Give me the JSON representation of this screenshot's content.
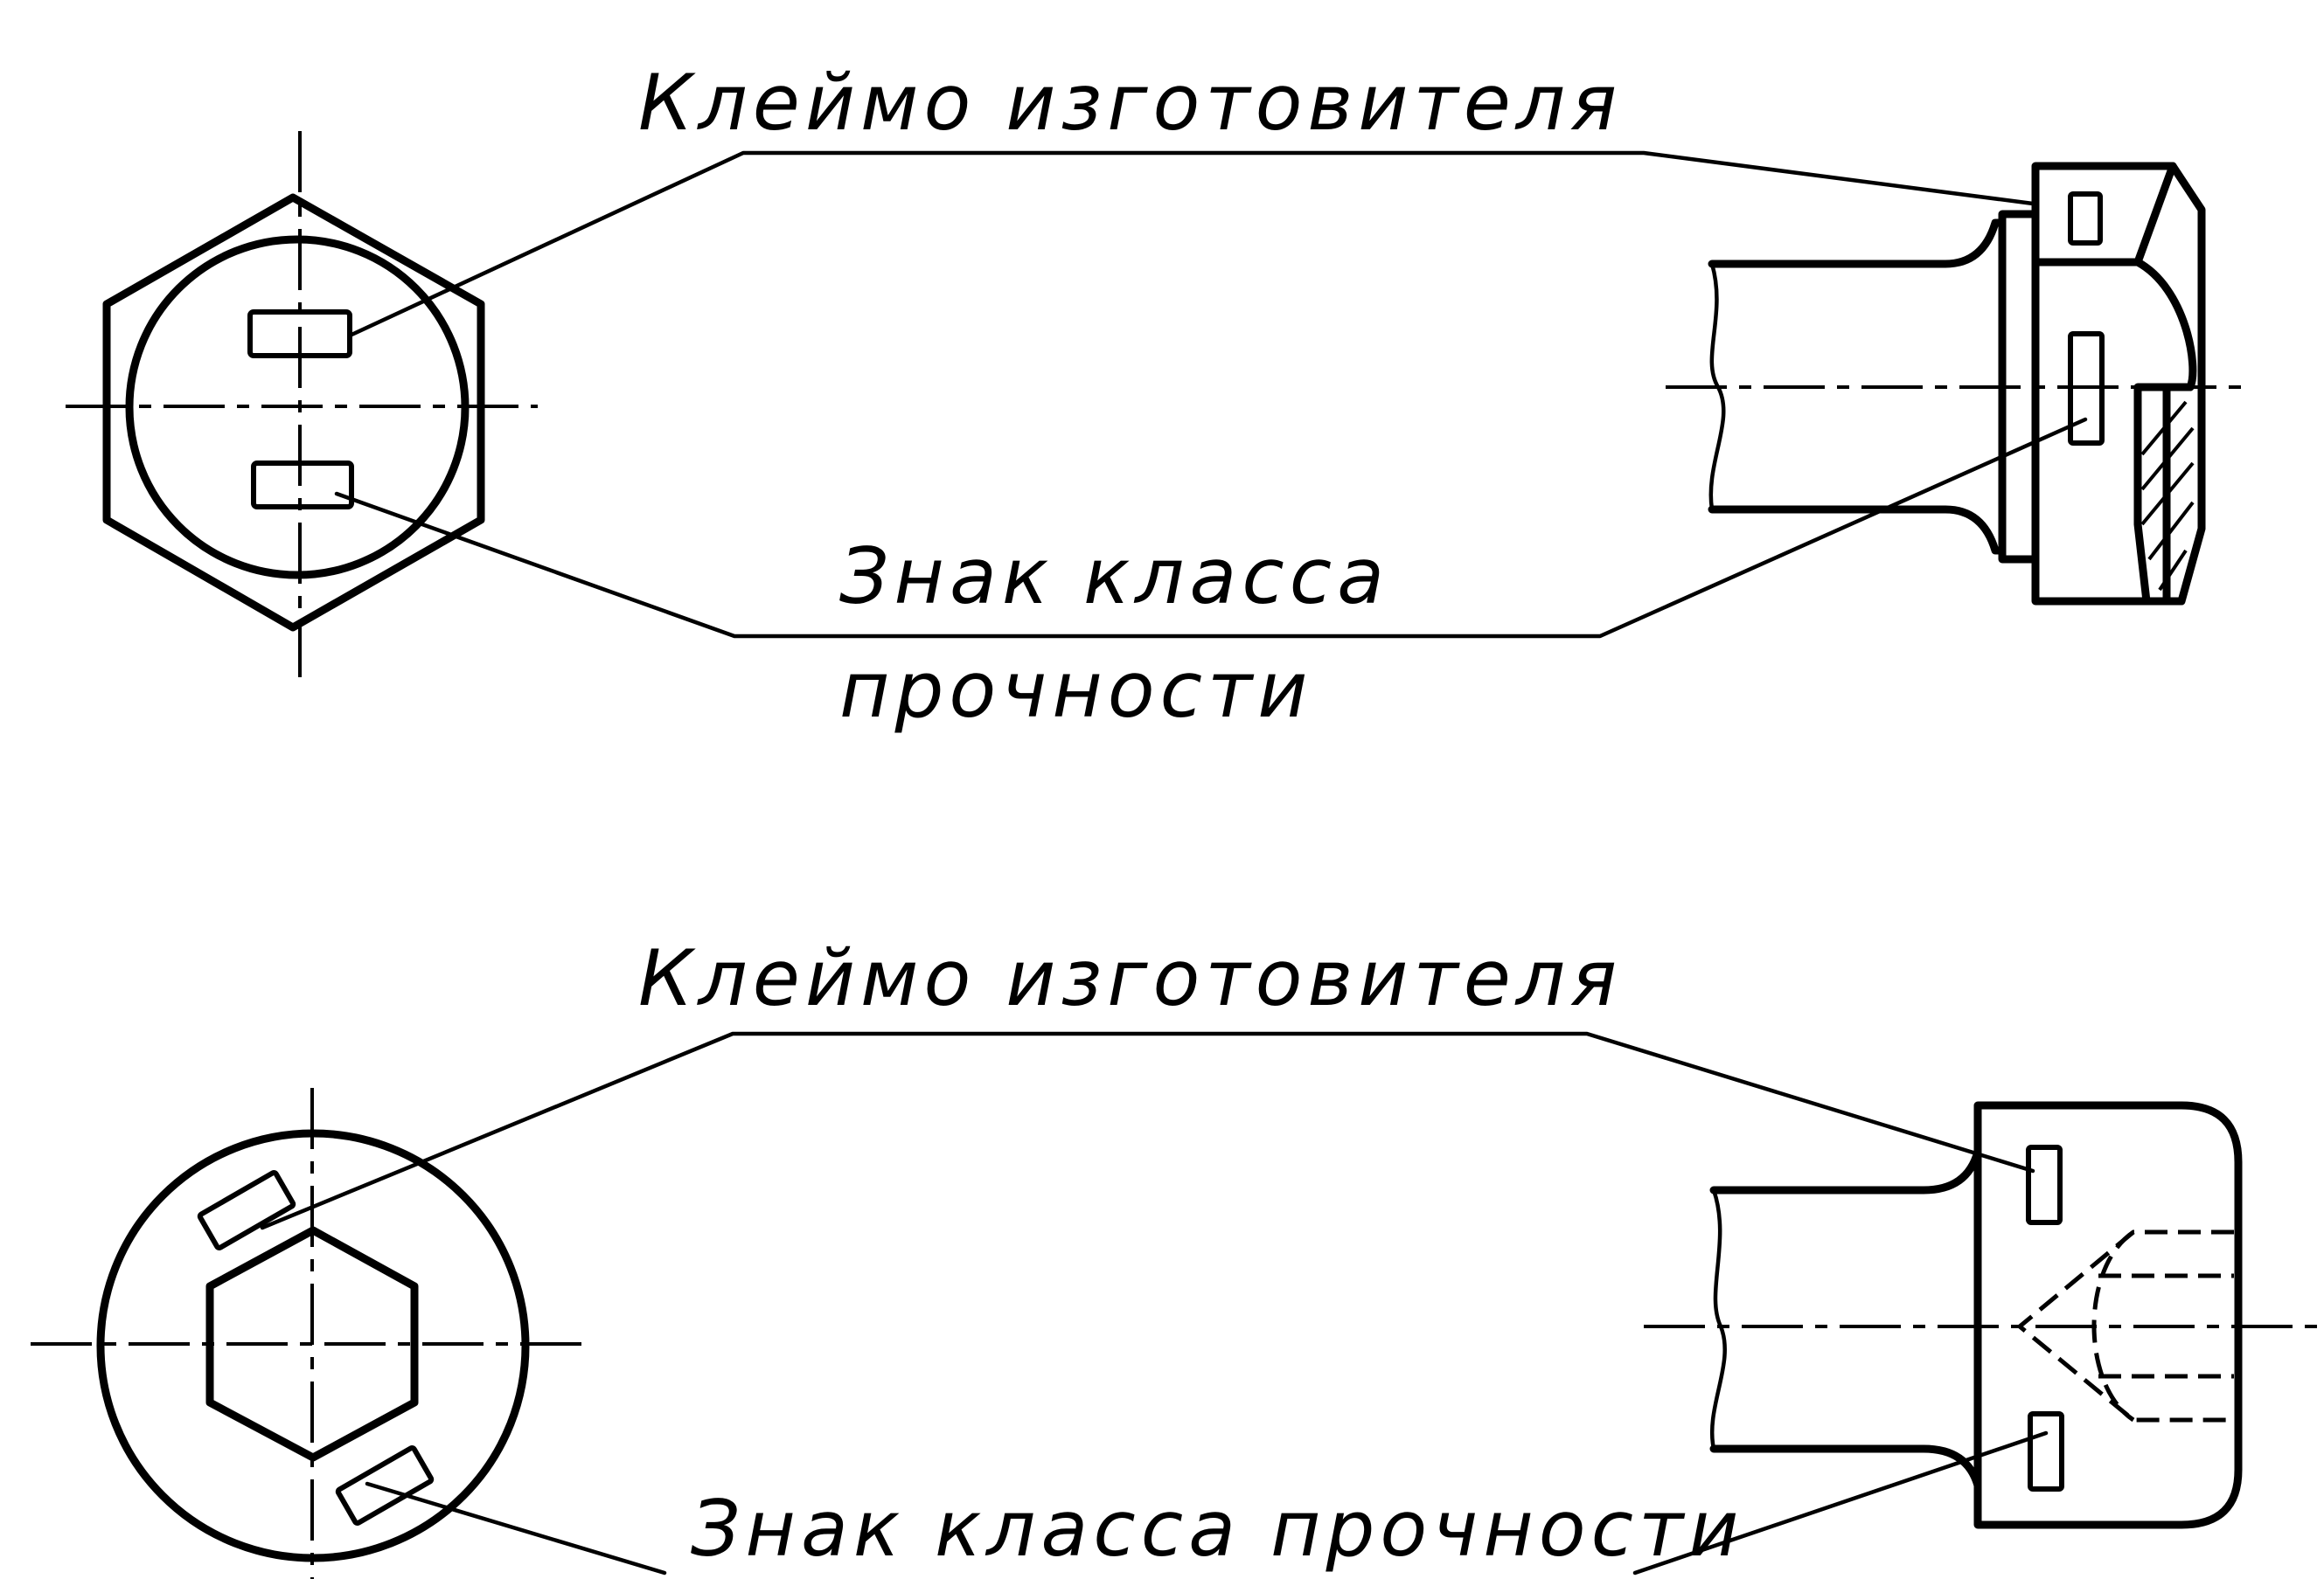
{
  "labels": {
    "top_manufacturer": "Клеймо изготовителя",
    "top_class_line1": "Знак класса",
    "top_class_line2": "прочности",
    "bottom_manufacturer": "Клеймо изготовителя",
    "bottom_class": "Знак класса прочности"
  },
  "figures": [
    {
      "id": "hex-head-bolt",
      "views": [
        "end-view-hexagon",
        "side-view"
      ]
    },
    {
      "id": "socket-head-screw",
      "views": [
        "end-view-circle-hex-socket",
        "side-view"
      ]
    }
  ]
}
